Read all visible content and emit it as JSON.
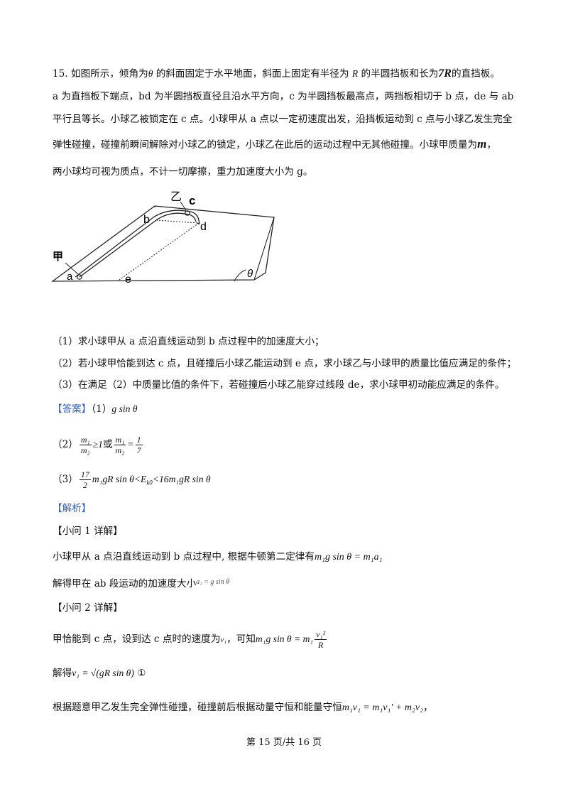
{
  "problem": {
    "line1_a": "15. 如图所示，倾角为",
    "theta": "θ",
    "line1_b": " 的斜面固定于水平地面，斜面上固定有半径为 ",
    "R": "R",
    "line1_c": " 的半圆挡板和长为",
    "sevenR": "7R",
    "line1_d": "的直挡板。",
    "line2": "a 为直挡板下端点，bd 为半圆挡板直径且沿水平方向，c 为半圆挡板最高点，两挡板相切于 b 点，de 与 ab",
    "line3": "平行且等长。小球乙被锁定在 c 点。小球甲从 a 点以一定初速度出发，沿挡板运动到 c 点与小球乙发生完全",
    "line4_a": "弹性碰撞，碰撞前瞬间解除对小球乙的锁定，小球乙在此后的运动过程中无其他碰撞。小球甲质量为",
    "m": "m",
    "line4_b": "，",
    "line5": "两小球均可视为质点，不计一切摩擦，重力加速度大小为 g。"
  },
  "figure": {
    "label_yi": "乙",
    "label_c": "c",
    "label_b": "b",
    "label_d": "d",
    "label_jia": "甲",
    "label_a": "a",
    "label_e": "e",
    "label_theta": "θ"
  },
  "questions": {
    "q1": "（1）求小球甲从 a 点沿直线运动到 b 点过程中的加速度大小；",
    "q2": "（2）若小球甲恰能到达 c 点，且碰撞后小球乙能运动到 e 点，求小球乙与小球甲的质量比值应满足的条件；",
    "q3": "（3）在满足（2）中质量比值的条件下，若碰撞后小球乙能穿过线段 de，求小球甲初动能应满足的条件。"
  },
  "answer": {
    "tag": "【答案】",
    "a1_prefix": "（1）",
    "a1": "g sin θ",
    "a2_prefix": "（2）",
    "a2_ge": "≥1",
    "a2_or": "或",
    "a2_eq": "=",
    "a2_one": "1",
    "a2_seven": "7",
    "a2_m1": "m₁",
    "a2_m2": "m₂",
    "a3_prefix": "（3）",
    "a3_num": "17",
    "a3_den": "2",
    "a3_body": "m₁gR sin θ<E",
    "a3_sub": "k0",
    "a3_tail": "<16m₁gR sin θ"
  },
  "analysis": {
    "tag": "【解析】",
    "sub1": "【小问 1 详解】",
    "s1_line1": "小球甲从 a 点沿直线运动到 b 点过程中, 根据牛顿第二定律有",
    "s1_eq": "m₁g sin θ = m₁a₁",
    "s1_line2": "解得甲在 ab 段运动的加速度大小",
    "s1_res": "a₁ = g sin θ",
    "sub2": "【小问 2 详解】",
    "s2_line1": "甲恰能到 c 点，设到达 c 点时的速度为",
    "s2_v1": "v₁",
    "s2_line1b": "，可知",
    "s2_eq_left": "m₁g sin θ = m₁",
    "s2_num": "v₁²",
    "s2_den": "R",
    "s2_line2": "解得",
    "s2_res": "v₁ = √(gR sin θ)",
    "s2_mark": "①",
    "s2_line3": "根据题意甲乙发生完全弹性碰撞，碰撞前后根据动量守恒和能量守恒",
    "s2_eq3": "m₁v₁ = m₁v₁′ + m₂v₂",
    "s2_comma": "，"
  },
  "footer": "第 15 页/共 16 页"
}
